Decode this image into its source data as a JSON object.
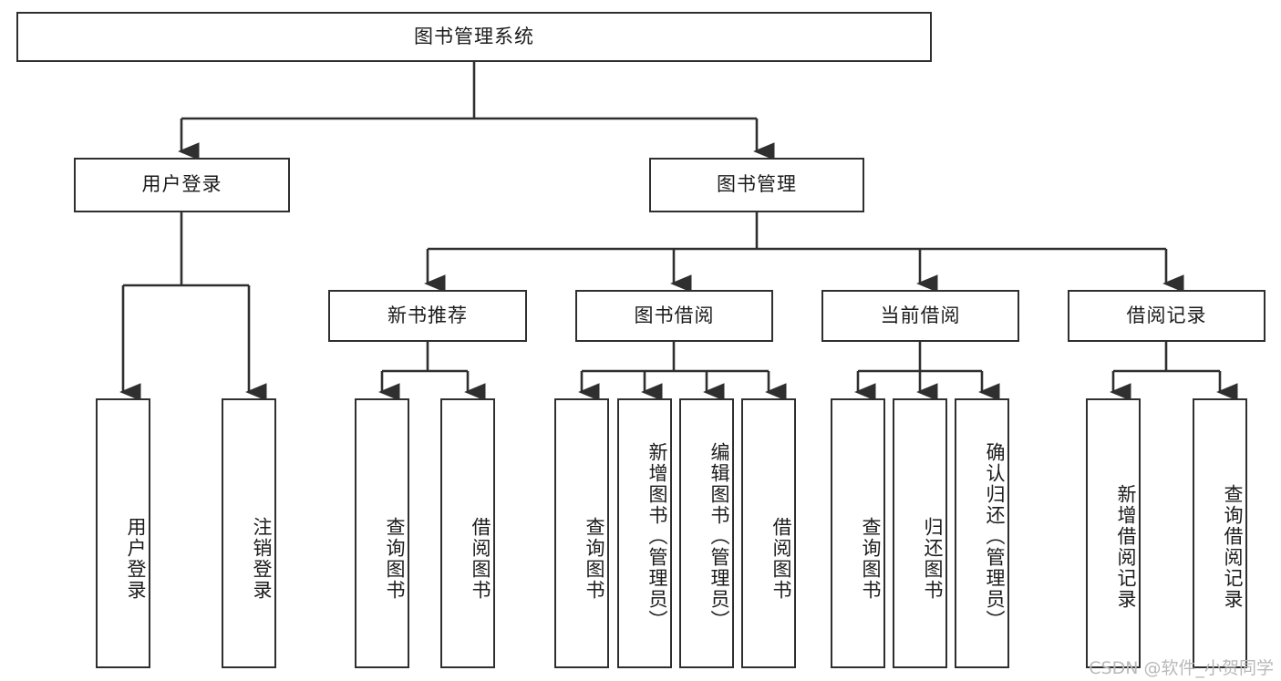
{
  "diagram": {
    "type": "tree",
    "title": "图书管理系统",
    "orientation": "top-down",
    "colors": {
      "box_border": "#2f2f2f",
      "box_fill": "#ffffff",
      "connector": "#2f2f2f",
      "text": "#1b1b1b",
      "watermark": "#b9b9b9",
      "background": "#ffffff"
    }
  },
  "root": {
    "label": "图书管理系统"
  },
  "level2": [
    {
      "label": "用户登录"
    },
    {
      "label": "图书管理"
    }
  ],
  "level3": [
    {
      "label": "新书推荐"
    },
    {
      "label": "图书借阅"
    },
    {
      "label": "当前借阅"
    },
    {
      "label": "借阅记录"
    }
  ],
  "leaves": {
    "user_login": [
      {
        "label": "用户登录"
      },
      {
        "label": "注销登录"
      }
    ],
    "new_book": [
      {
        "label": "查询图书"
      },
      {
        "label": "借阅图书"
      }
    ],
    "book_borrow": [
      {
        "label": "查询图书"
      },
      {
        "label": "新增图书（管理员）"
      },
      {
        "label": "编辑图书（管理员）"
      },
      {
        "label": "借阅图书"
      }
    ],
    "current_borrow": [
      {
        "label": "查询图书"
      },
      {
        "label": "归还图书"
      },
      {
        "label": "确认归还（管理员）"
      }
    ],
    "borrow_record": [
      {
        "label": "新增借阅记录"
      },
      {
        "label": "查询借阅记录"
      }
    ]
  },
  "watermark": {
    "text": "CSDN @软件_小贺同学"
  }
}
